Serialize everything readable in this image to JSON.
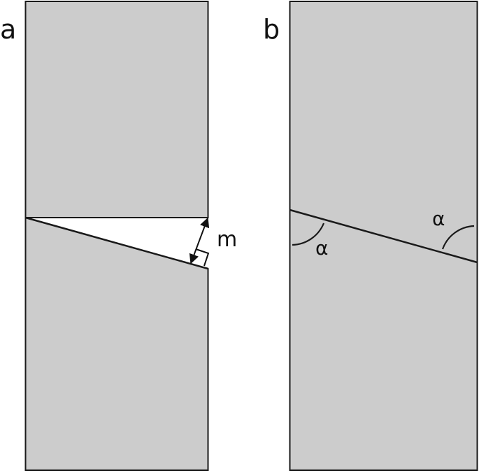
{
  "panels": {
    "a": {
      "label": "a",
      "dimension_label": "m"
    },
    "b": {
      "label": "b",
      "angle_label_left": "α",
      "angle_label_right": "α"
    }
  },
  "colors": {
    "fill": "#cccccc",
    "stroke": "#1a1a1a",
    "background": "#ffffff"
  }
}
